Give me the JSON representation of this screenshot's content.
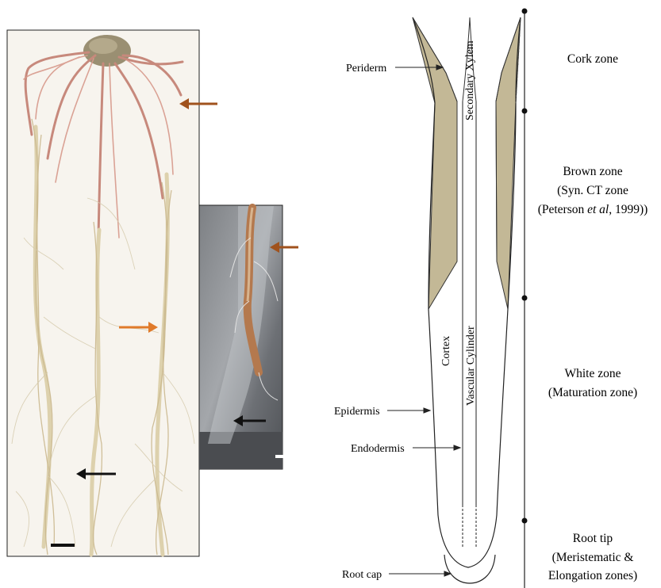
{
  "labels": {
    "periderm": "Periderm",
    "secondary_xylem": "Secondary Xylem",
    "cortex": "Cortex",
    "vascular_cylinder": "Vascular Cylinder",
    "epidermis": "Epidermis",
    "endodermis": "Endodermis",
    "root_cap": "Root cap"
  },
  "zones": {
    "cork": "Cork zone",
    "brown_1": "Brown zone",
    "brown_2": "(Syn. CT zone",
    "brown_3_pre": "(Peterson ",
    "brown_3_italic": "et al",
    "brown_3_post": ", 1999))",
    "white_1": "White zone",
    "white_2": "(Maturation zone)",
    "tip_1": "Root tip",
    "tip_2": "(Meristematic &",
    "tip_3": "Elongation zones)"
  },
  "colors": {
    "periderm_fill": "#c3b896",
    "arrow_brown": "#a0521d",
    "arrow_orange": "#e07a2a",
    "arrow_black": "#111111",
    "root_pink": "#c98a7e",
    "root_cream": "#e4d9b8",
    "inset_bg": "#6b6e72"
  }
}
